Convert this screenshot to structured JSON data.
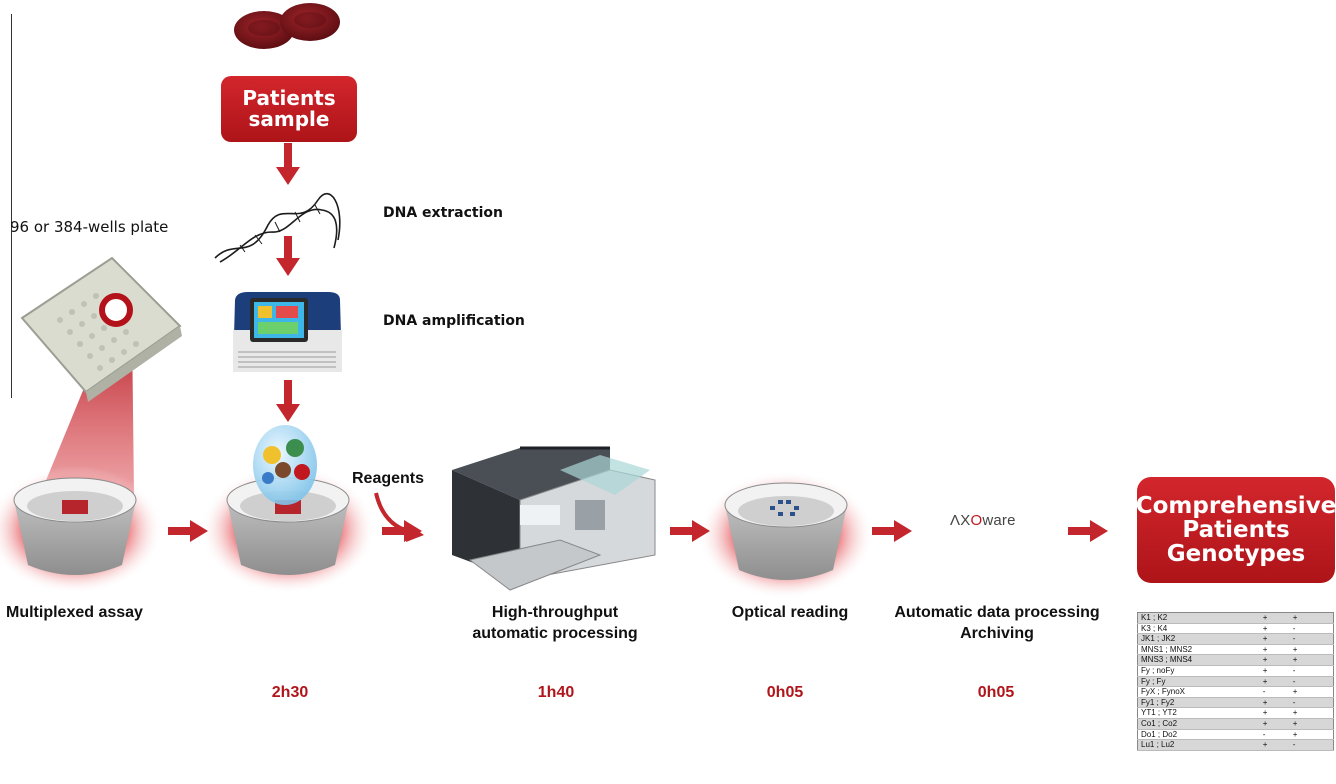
{
  "plate_label": "96 or 384-wells plate",
  "patients_sample": "Patients\nsample",
  "step_dna_extraction": "DNA extraction",
  "step_dna_amplification": "DNA amplification",
  "reagents_label": "Reagents",
  "software_logo": {
    "prefix": "ΛX",
    "o": "O",
    "suffix": "ware"
  },
  "result_box": "Comprehensive\nPatients\nGenotypes",
  "captions": {
    "multiplexed": "Multiplexed assay",
    "high_throughput": "High-throughput\nautomatic processing",
    "optical": "Optical reading",
    "data_processing": "Automatic data processing\nArchiving"
  },
  "times": {
    "t1": "2h30",
    "t2": "1h40",
    "t3": "0h05",
    "t4": "0h05"
  },
  "colors": {
    "brand_red": "#c0181e",
    "arrow_red": "#c3262c"
  },
  "genotype_table": [
    [
      "K1 ; K2",
      "+",
      "+"
    ],
    [
      "K3 ; K4",
      "+",
      "-"
    ],
    [
      "JK1 ; JK2",
      "+",
      "-"
    ],
    [
      "MNS1 ; MNS2",
      "+",
      "+"
    ],
    [
      "MNS3 ; MNS4",
      "+",
      "+"
    ],
    [
      "Fy ; noFy",
      "+",
      "-"
    ],
    [
      "Fy ; Fy",
      "+",
      "-"
    ],
    [
      "FyX ; FynoX",
      "-",
      "+"
    ],
    [
      "Fy1 ; Fy2",
      "+",
      "-"
    ],
    [
      "YT1 ; YT2",
      "+",
      "+"
    ],
    [
      "Co1 ; Co2",
      "+",
      "+"
    ],
    [
      "Do1 ; Do2",
      "-",
      "+"
    ],
    [
      "Lu1 ; Lu2",
      "+",
      "-"
    ]
  ]
}
